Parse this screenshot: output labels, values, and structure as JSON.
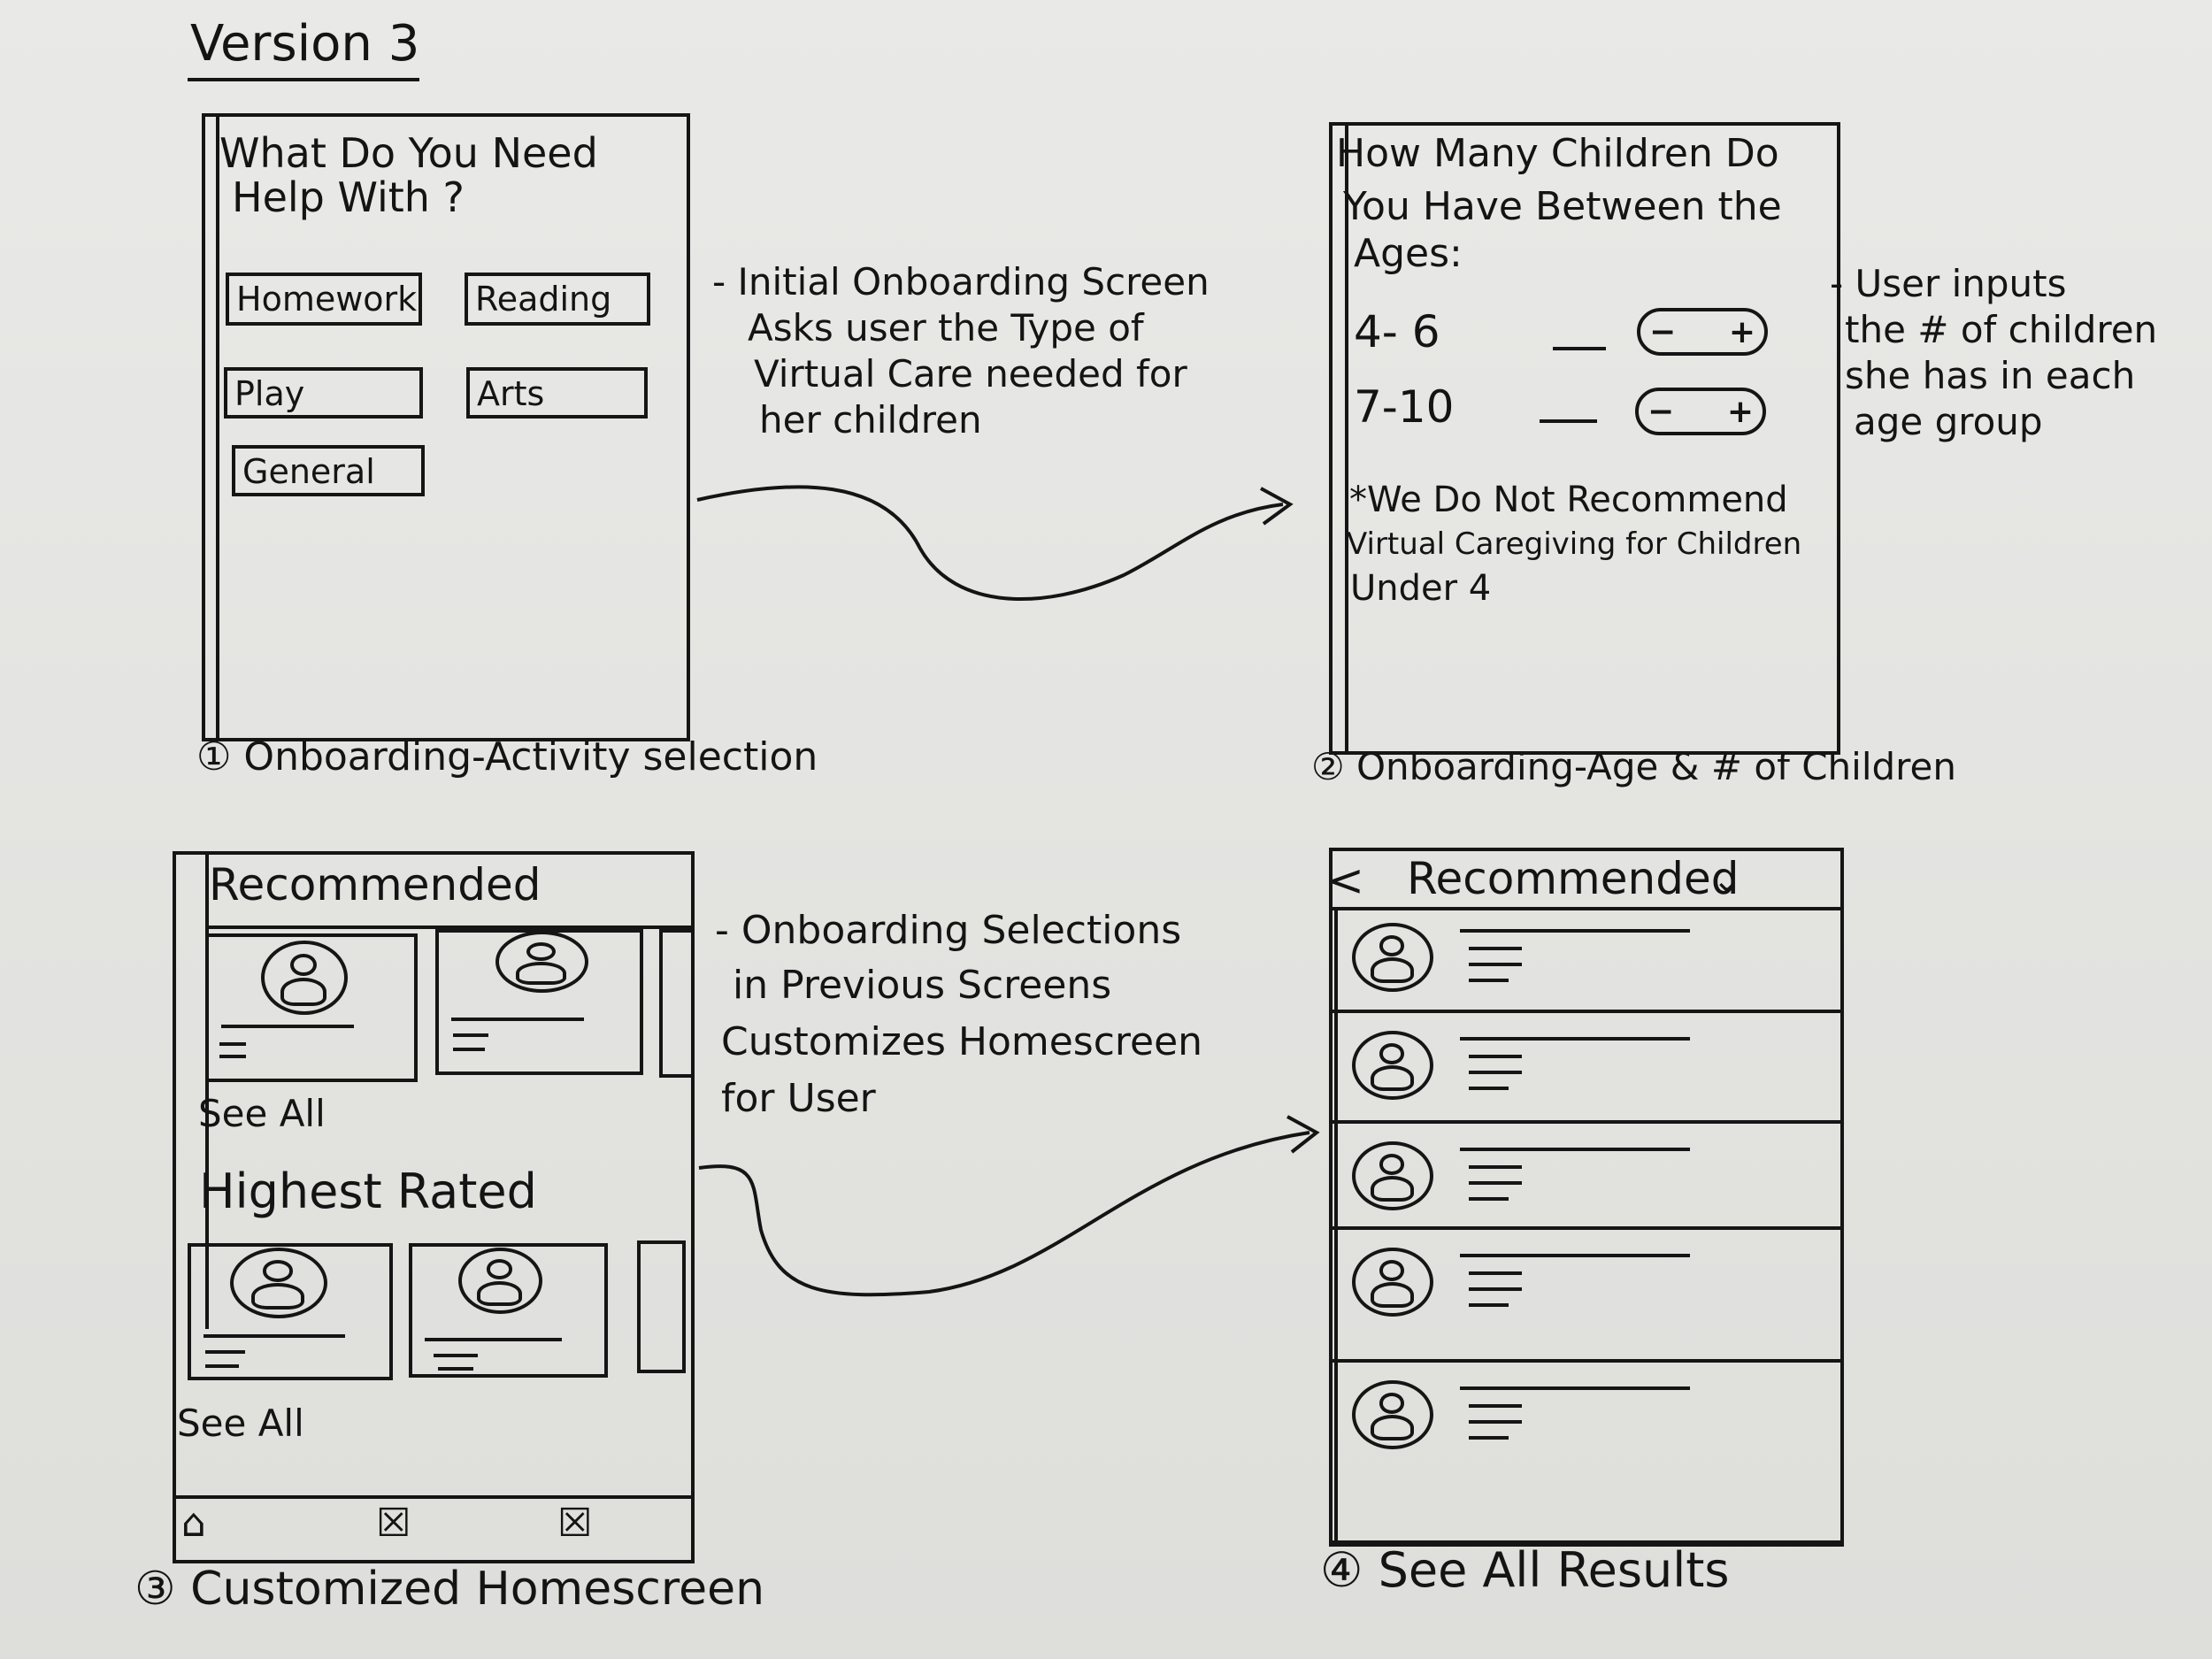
{
  "title": "Version 3",
  "screen1": {
    "heading_line1": "What Do You Need",
    "heading_line2": "Help With ?",
    "options": [
      "Homework",
      "Reading",
      "Play",
      "Arts",
      "General"
    ],
    "caption": "① Onboarding-Activity selection"
  },
  "note1": {
    "lines": [
      "- Initial Onboarding Screen",
      "Asks user the Type of",
      "Virtual Care needed for",
      "her children"
    ]
  },
  "screen2": {
    "heading_lines": [
      "How Many Children Do",
      "You Have Between the",
      "Ages:"
    ],
    "rows": [
      {
        "label": "4- 6",
        "minus": "−",
        "plus": "+"
      },
      {
        "label": "7-10",
        "minus": "−",
        "plus": "+"
      }
    ],
    "disclaimer_lines": [
      "*We Do Not Recommend",
      "Virtual Caregiving for Children",
      "Under 4"
    ],
    "caption": "② Onboarding-Age & # of Children"
  },
  "note2": {
    "lines": [
      "- User inputs",
      "the # of children",
      "she has in each",
      "age group"
    ]
  },
  "screen3": {
    "section1_title": "Recommended",
    "see_all_1": "See All",
    "section2_title": "Highest Rated",
    "see_all_2": "See All",
    "nav_icons": [
      "home-icon",
      "x-box-icon",
      "x-box-icon"
    ],
    "nav_glyphs": [
      "⌂",
      "☒",
      "☒"
    ],
    "caption": "③ Customized Homescreen"
  },
  "note3": {
    "lines": [
      "- Onboarding Selections",
      "in Previous Screens",
      "Customizes Homescreen",
      "for User"
    ]
  },
  "screen4": {
    "back": "<",
    "title": "Recommended",
    "dropdown": "⌄",
    "rows_count": 5,
    "caption": "④ See All Results"
  }
}
